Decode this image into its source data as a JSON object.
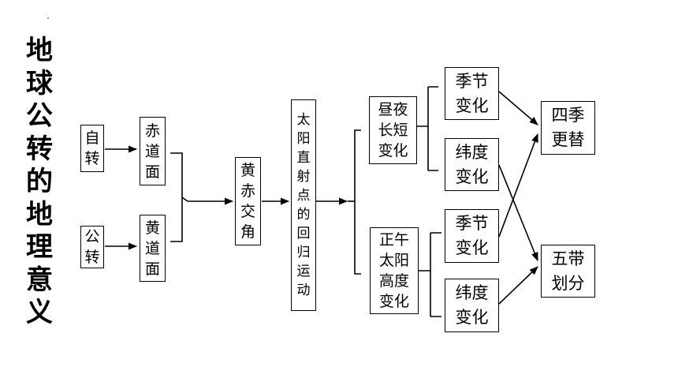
{
  "title": [
    "地",
    "球",
    "公",
    "转",
    "的",
    "地",
    "理",
    "意",
    "义"
  ],
  "nodes": {
    "self_rotation": "自\n转",
    "revolution": "公\n转",
    "equator_plane": "赤\n道\n面",
    "ecliptic_plane": "黄\n道\n面",
    "obliquity": "黄\n赤\n交\n角",
    "sun_migration": "太\n阳\n直\n射\n点\n的\n回\n归\n运\n动",
    "day_night_length": "昼夜\n长短\n变化",
    "noon_sun_height": "正午\n太阳\n高度\n变化",
    "season_change_1": "季节\n变化",
    "latitude_change_1": "纬度\n变化",
    "season_change_2": "季节\n变化",
    "latitude_change_2": "纬度\n变化",
    "four_seasons": "四季\n更替",
    "five_zones": "五带\n划分"
  }
}
